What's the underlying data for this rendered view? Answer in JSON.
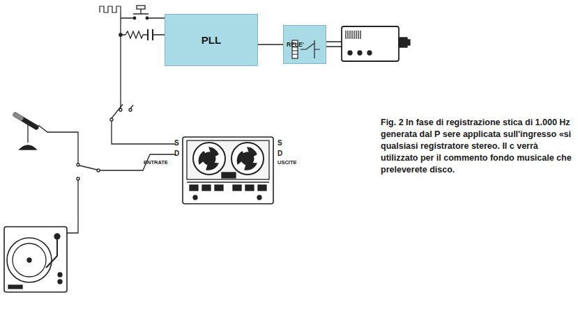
{
  "diagram": {
    "caption": "Fig. 2 In fase di registrazione stica di 1.000 Hz generata dal P sere applicata sull'ingresso «si qualsiasi registratore stereo. Il c verrà utilizzato per il commento fondo musicale che preleverete disco.",
    "nodes": [
      {
        "text": [
          "PLL"
        ]
      },
      {
        "text": [
          "RELE'"
        ]
      }
    ],
    "edges": [
      {
        "from": 0,
        "to": 1,
        "arrow": "none"
      }
    ],
    "labels": [
      "S",
      "D",
      "ENTRATE",
      "S",
      "D",
      "USCITE"
    ]
  }
}
